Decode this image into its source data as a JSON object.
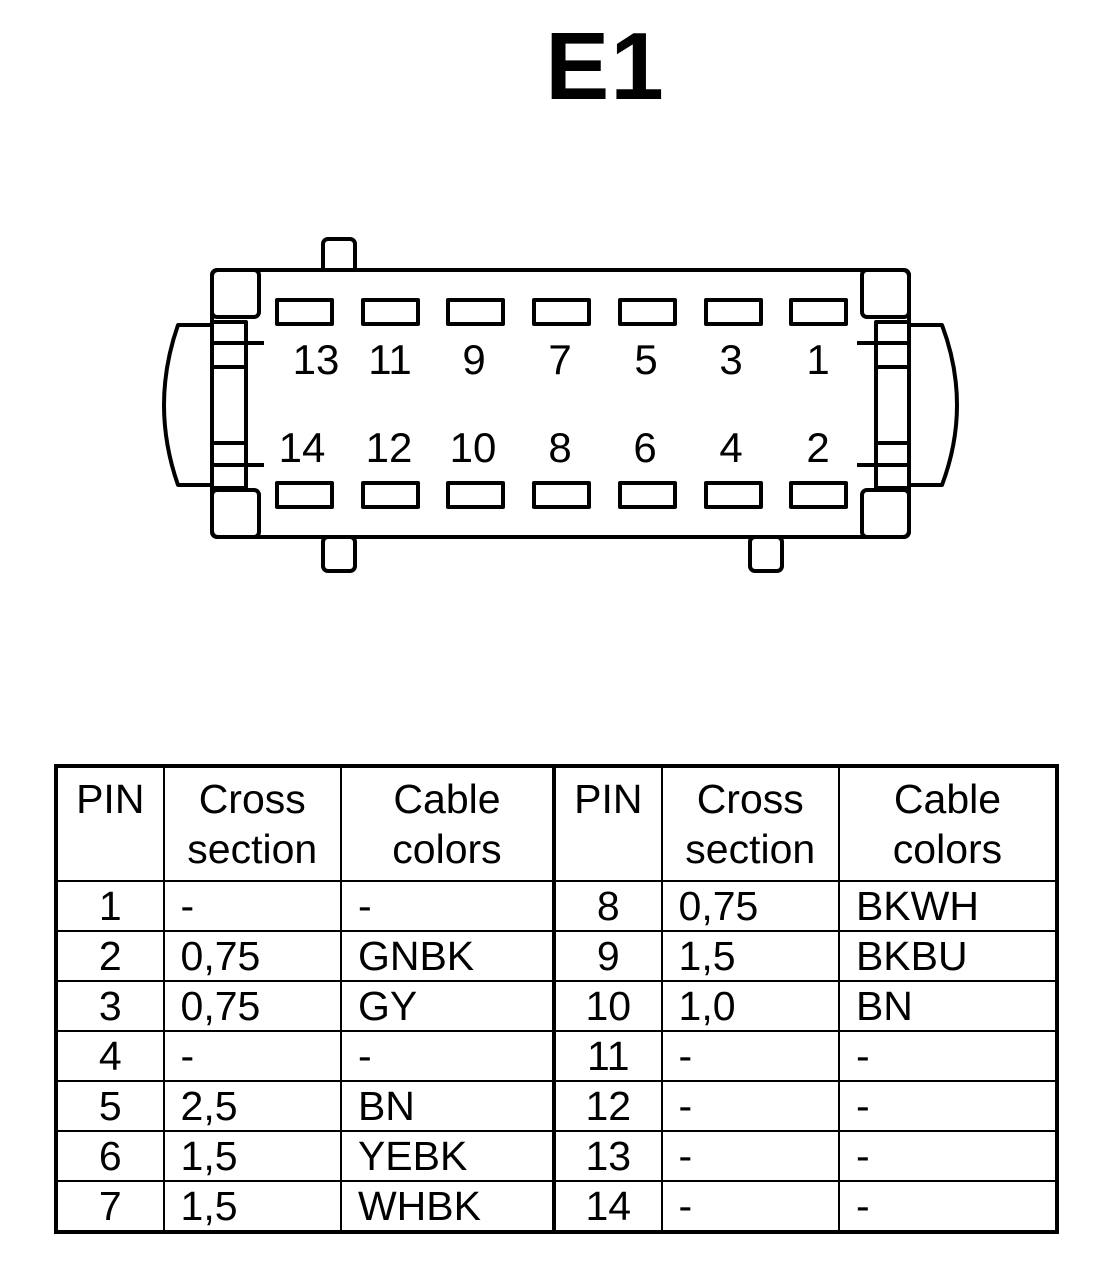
{
  "title": "E1",
  "connector": {
    "top_pins": [
      "13",
      "11",
      "9",
      "7",
      "5",
      "3",
      "1"
    ],
    "bottom_pins": [
      "14",
      "12",
      "10",
      "8",
      "6",
      "4",
      "2"
    ]
  },
  "table": {
    "headers": {
      "pin": "PIN",
      "cross_section": [
        "Cross",
        "section"
      ],
      "cable_colors": [
        "Cable",
        "colors"
      ]
    },
    "rows": [
      {
        "pin_a": "1",
        "cross_a": "-",
        "color_a": "-",
        "pin_b": "8",
        "cross_b": "0,75",
        "color_b": "BKWH"
      },
      {
        "pin_a": "2",
        "cross_a": "0,75",
        "color_a": "GNBK",
        "pin_b": "9",
        "cross_b": "1,5",
        "color_b": "BKBU"
      },
      {
        "pin_a": "3",
        "cross_a": "0,75",
        "color_a": "GY",
        "pin_b": "10",
        "cross_b": "1,0",
        "color_b": "BN"
      },
      {
        "pin_a": "4",
        "cross_a": "-",
        "color_a": "-",
        "pin_b": "11",
        "cross_b": "-",
        "color_b": "-"
      },
      {
        "pin_a": "5",
        "cross_a": "2,5",
        "color_a": "BN",
        "pin_b": "12",
        "cross_b": "-",
        "color_b": "-"
      },
      {
        "pin_a": "6",
        "cross_a": "1,5",
        "color_a": "YEBK",
        "pin_b": "13",
        "cross_b": "-",
        "color_b": "-"
      },
      {
        "pin_a": "7",
        "cross_a": "1,5",
        "color_a": "WHBK",
        "pin_b": "14",
        "cross_b": "-",
        "color_b": "-"
      }
    ]
  }
}
